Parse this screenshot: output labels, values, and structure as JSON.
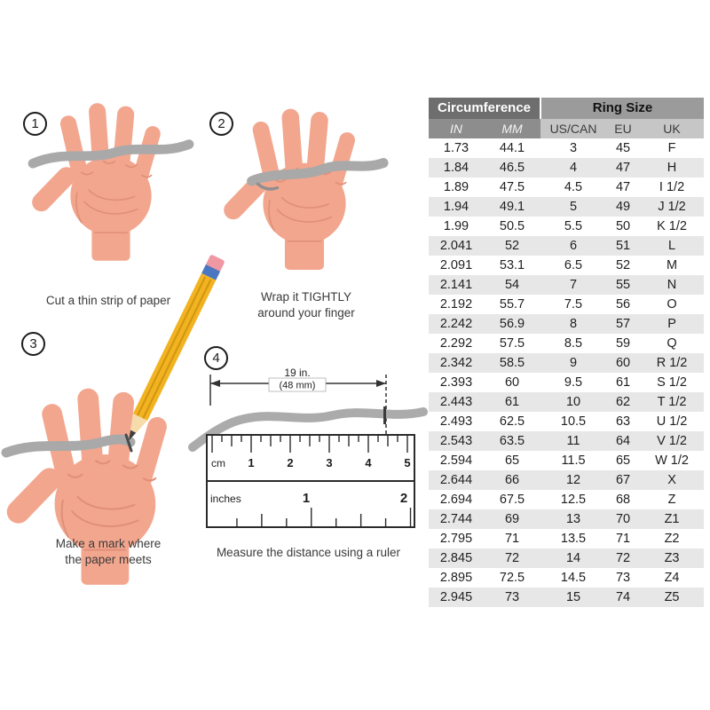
{
  "steps": [
    {
      "number": "1",
      "caption_lines": [
        "Cut a thin strip of paper"
      ]
    },
    {
      "number": "2",
      "caption_lines": [
        "Wrap it TIGHTLY",
        "around your finger"
      ]
    },
    {
      "number": "3",
      "caption_lines": [
        "Make a mark where",
        "the paper meets"
      ]
    },
    {
      "number": "4",
      "caption_lines": [
        "Measure the distance using a ruler"
      ]
    }
  ],
  "ruler": {
    "length_label": "19 in.",
    "length_sublabel": "(48 mm)",
    "cm_unit": "cm",
    "inches_unit": "inches",
    "cm_numbers": [
      "1",
      "2",
      "3",
      "4",
      "5"
    ],
    "inch_numbers": [
      "1",
      "2"
    ]
  },
  "table": {
    "header_circumference": "Circumference",
    "header_ring_size": "Ring Size",
    "columns": [
      "IN",
      "MM",
      "US/CAN",
      "EU",
      "UK"
    ],
    "rows": [
      [
        "1.73",
        "44.1",
        "3",
        "45",
        "F"
      ],
      [
        "1.84",
        "46.5",
        "4",
        "47",
        "H"
      ],
      [
        "1.89",
        "47.5",
        "4.5",
        "47",
        "I 1/2"
      ],
      [
        "1.94",
        "49.1",
        "5",
        "49",
        "J 1/2"
      ],
      [
        "1.99",
        "50.5",
        "5.5",
        "50",
        "K 1/2"
      ],
      [
        "2.041",
        "52",
        "6",
        "51",
        "L"
      ],
      [
        "2.091",
        "53.1",
        "6.5",
        "52",
        "M"
      ],
      [
        "2.141",
        "54",
        "7",
        "55",
        "N"
      ],
      [
        "2.192",
        "55.7",
        "7.5",
        "56",
        "O"
      ],
      [
        "2.242",
        "56.9",
        "8",
        "57",
        "P"
      ],
      [
        "2.292",
        "57.5",
        "8.5",
        "59",
        "Q"
      ],
      [
        "2.342",
        "58.5",
        "9",
        "60",
        "R 1/2"
      ],
      [
        "2.393",
        "60",
        "9.5",
        "61",
        "S 1/2"
      ],
      [
        "2.443",
        "61",
        "10",
        "62",
        "T 1/2"
      ],
      [
        "2.493",
        "62.5",
        "10.5",
        "63",
        "U 1/2"
      ],
      [
        "2.543",
        "63.5",
        "11",
        "64",
        "V 1/2"
      ],
      [
        "2.594",
        "65",
        "11.5",
        "65",
        "W 1/2"
      ],
      [
        "2.644",
        "66",
        "12",
        "67",
        "X"
      ],
      [
        "2.694",
        "67.5",
        "12.5",
        "68",
        "Z"
      ],
      [
        "2.744",
        "69",
        "13",
        "70",
        "Z1"
      ],
      [
        "2.795",
        "71",
        "13.5",
        "71",
        "Z2"
      ],
      [
        "2.845",
        "72",
        "14",
        "72",
        "Z3"
      ],
      [
        "2.895",
        "72.5",
        "14.5",
        "73",
        "Z4"
      ],
      [
        "2.945",
        "73",
        "15",
        "74",
        "Z5"
      ]
    ]
  },
  "colors": {
    "skin": "#f3a68e",
    "skin_line": "#e09078",
    "paper_strip": "#a9a9a9",
    "pencil_yellow": "#f2b322",
    "pencil_eraser": "#ef97a3",
    "pencil_ferrule": "#4a77c0",
    "header_dark": "#6e6e6e",
    "header_medium": "#9b9b9b",
    "subheader_light": "#c6c6c6",
    "row_alt": "#e7e7e7"
  }
}
